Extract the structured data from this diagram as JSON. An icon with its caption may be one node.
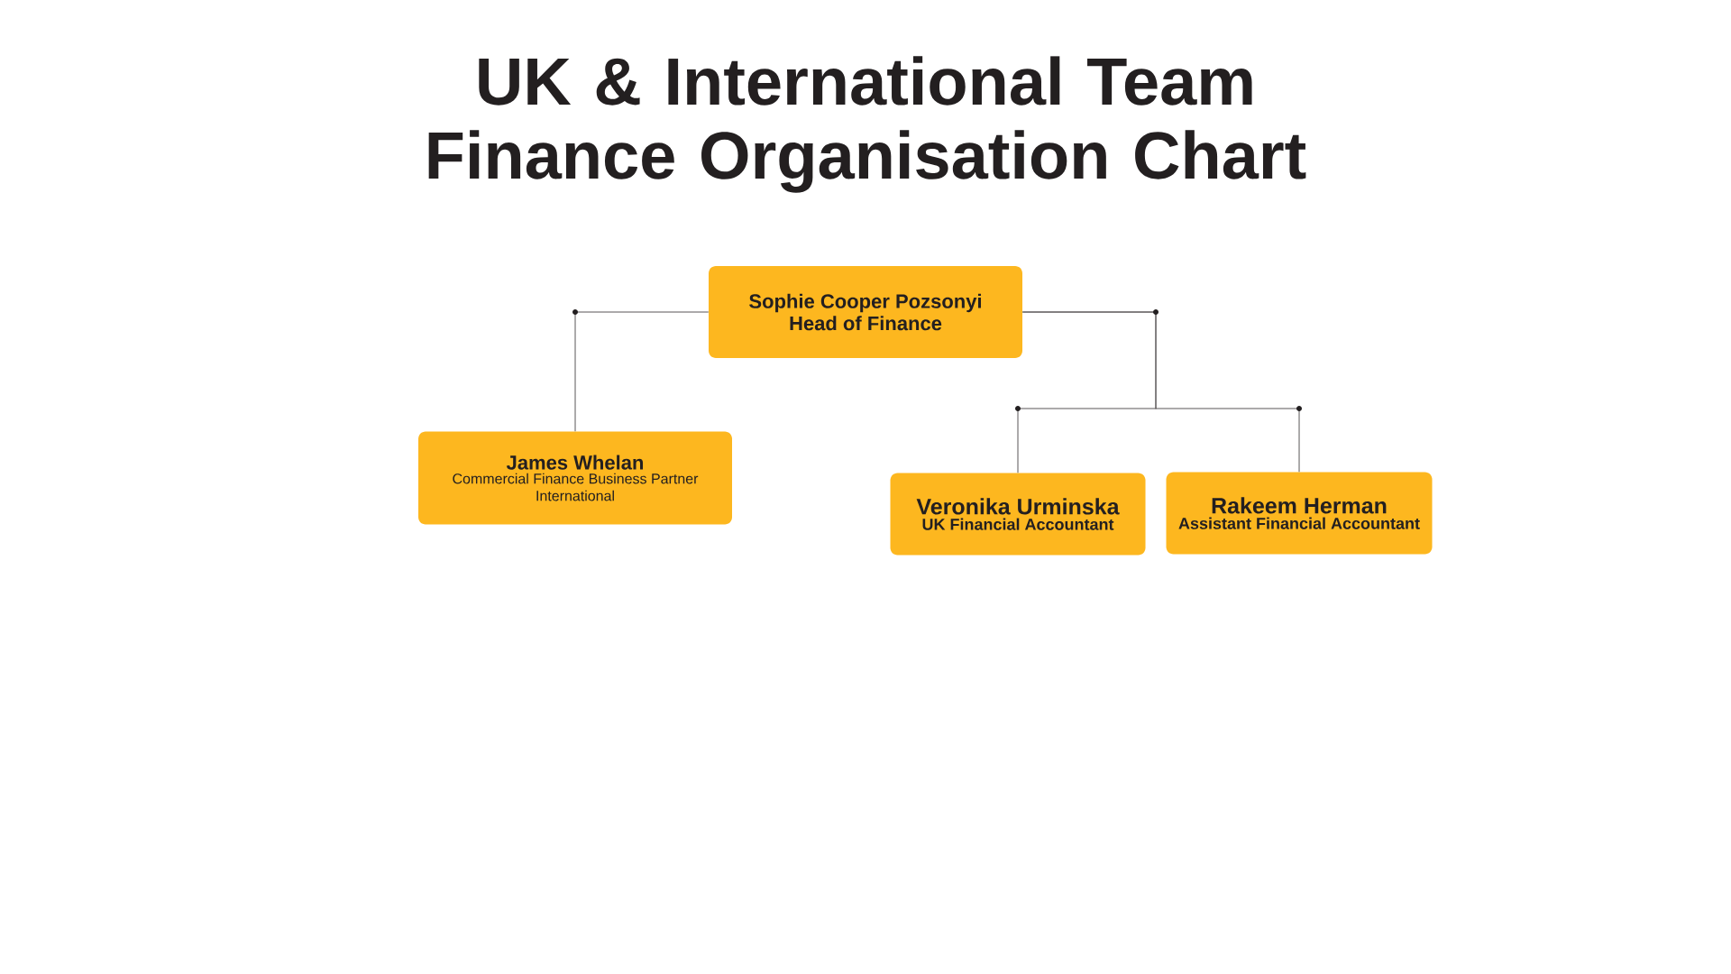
{
  "diagram": {
    "title": "UK & International Team Finance Organisation Chart",
    "nodes": [
      {
        "text": [
          "Sophie Cooper Pozsonyi",
          "Head of Finance"
        ]
      },
      {
        "text": [
          "James Whelan",
          "Commercial Finance Business Partner International"
        ]
      },
      {
        "text": [
          "Veronika Urminska",
          "UK Financial Accountant"
        ]
      },
      {
        "text": [
          "Rakeem Herman",
          "Assistant Financial Accountant"
        ]
      }
    ],
    "edges": [
      {
        "from": 0,
        "to": 1,
        "arrow": "none"
      },
      {
        "from": 0,
        "to": 2,
        "arrow": "none"
      },
      {
        "from": 0,
        "to": 3,
        "arrow": "none"
      }
    ]
  }
}
